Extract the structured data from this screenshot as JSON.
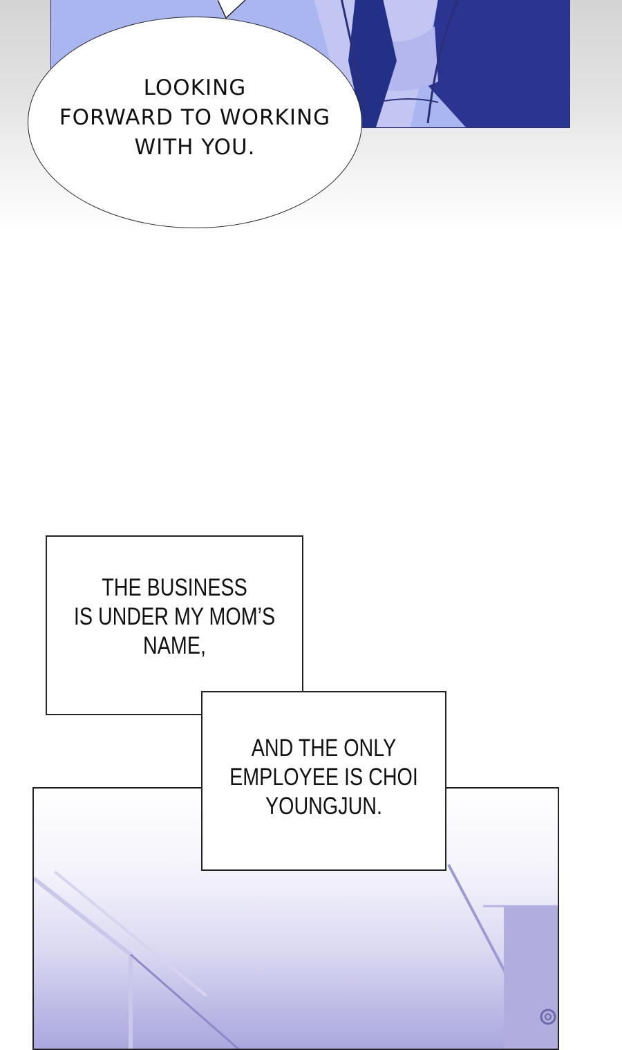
{
  "speech_bubble": {
    "lines": [
      "LOOKING",
      "FORWARD TO WORKING",
      "WITH YOU."
    ]
  },
  "caption_1": {
    "lines": [
      "THE BUSINESS",
      "IS UNDER MY MOM’S",
      "NAME,"
    ]
  },
  "caption_2": {
    "lines": [
      "AND THE ONLY",
      "EMPLOYEE IS CHOI",
      "YOUNGJUN."
    ]
  },
  "colors": {
    "panel_blue": "#a7b4ee",
    "suit_navy": "#2b3591",
    "outline": "#222222"
  }
}
